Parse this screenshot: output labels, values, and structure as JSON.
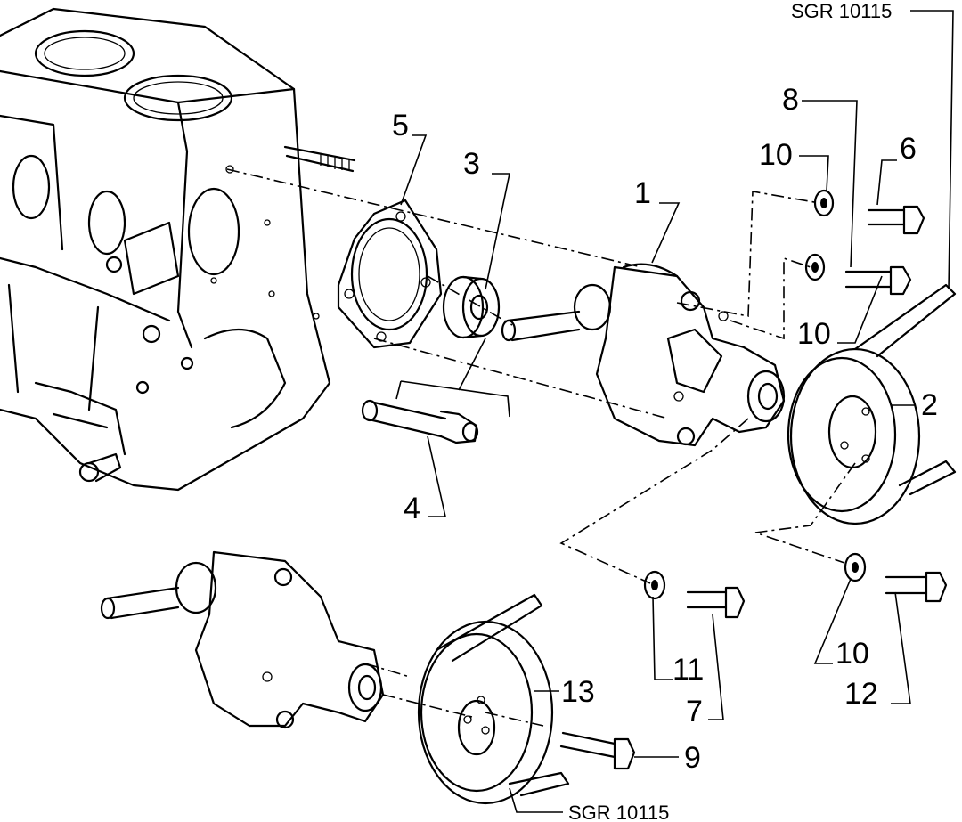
{
  "figure_code_top": "SGR 10115",
  "figure_code_bottom": "SGR 10115",
  "callouts": {
    "c1": "1",
    "c2": "2",
    "c3": "3",
    "c4": "4",
    "c5": "5",
    "c6": "6",
    "c7": "7",
    "c8": "8",
    "c9": "9",
    "c10a": "10",
    "c10b": "10",
    "c10c": "10",
    "c11": "11",
    "c12": "12",
    "c13": "13"
  }
}
